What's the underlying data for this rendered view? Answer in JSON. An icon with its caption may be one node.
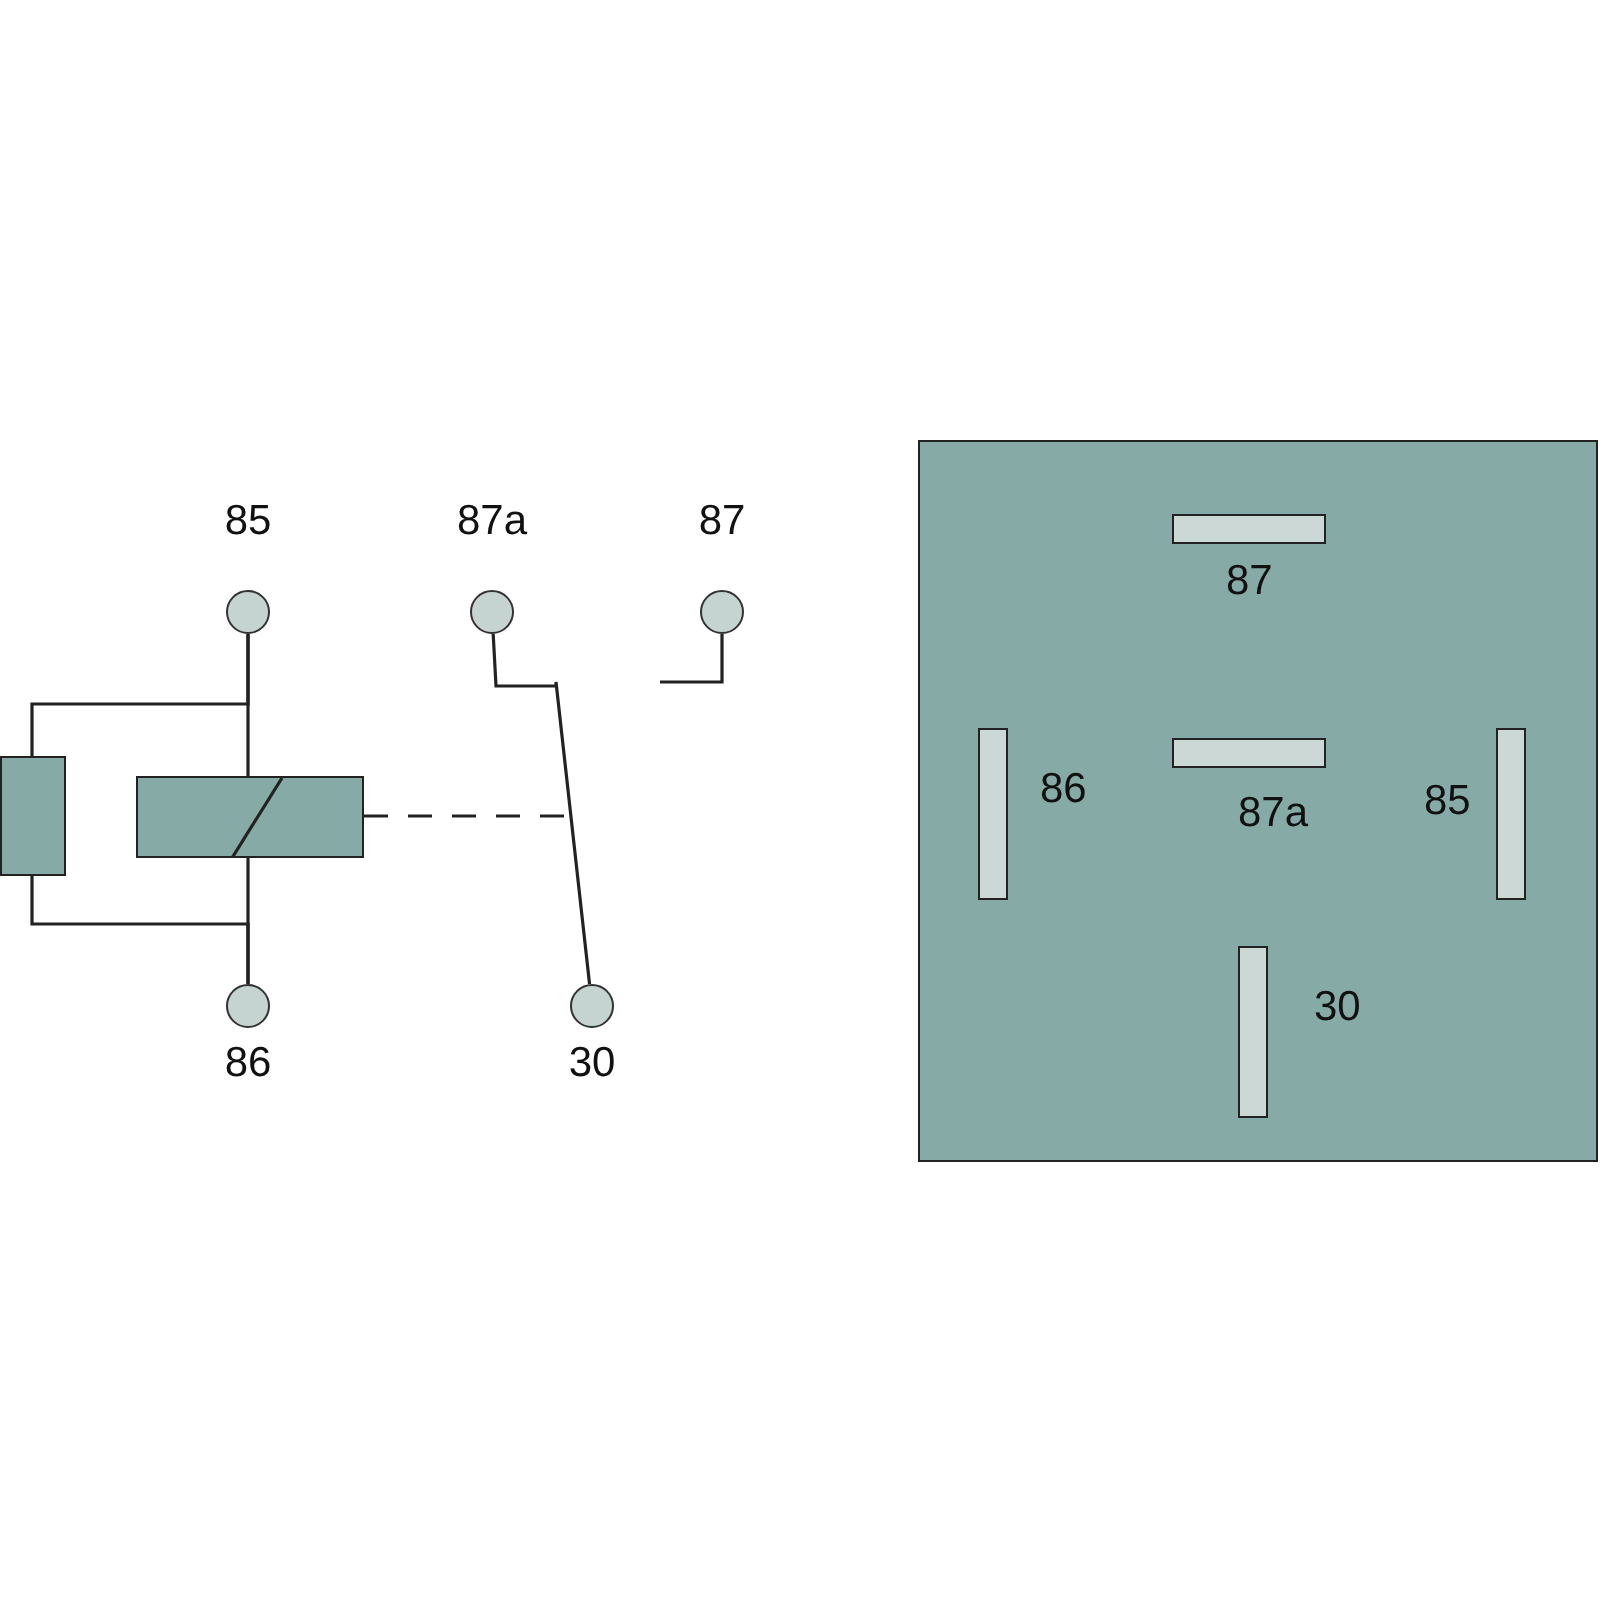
{
  "diagram": {
    "nodes": [
      {
        "text": [
          "85"
        ]
      },
      {
        "text": [
          "87a"
        ]
      },
      {
        "text": [
          "87"
        ]
      },
      {
        "text": [
          "86"
        ]
      },
      {
        "text": [
          "30"
        ]
      },
      {
        "text": [],
        "shape": "box"
      },
      {
        "text": [],
        "shape": "box"
      },
      {
        "text": [],
        "shape": "box"
      },
      {
        "text": [],
        "shape": "bar",
        "in": 7,
        "beside": [
          "87"
        ]
      },
      {
        "text": [],
        "shape": "bar",
        "in": 7,
        "beside": [
          "87a"
        ]
      },
      {
        "text": [],
        "shape": "bar",
        "in": 7,
        "beside": [
          "86"
        ]
      },
      {
        "text": [],
        "shape": "bar",
        "in": 7,
        "beside": [
          "85"
        ]
      },
      {
        "text": [],
        "shape": "bar",
        "in": 7,
        "beside": [
          "30"
        ]
      }
    ],
    "edges": [
      {
        "from": 0,
        "to": 6,
        "arrow": "none"
      },
      {
        "from": 6,
        "to": 3,
        "arrow": "none"
      },
      {
        "from": 0,
        "to": 5,
        "arrow": "none"
      },
      {
        "from": 5,
        "to": 3,
        "arrow": "none"
      },
      {
        "from": 6,
        "to": null,
        "arrow": "none",
        "style": "dashed"
      },
      {
        "from": 4,
        "to": 1,
        "arrow": "none"
      },
      {
        "from": 2,
        "to": null,
        "arrow": "none"
      }
    ]
  }
}
